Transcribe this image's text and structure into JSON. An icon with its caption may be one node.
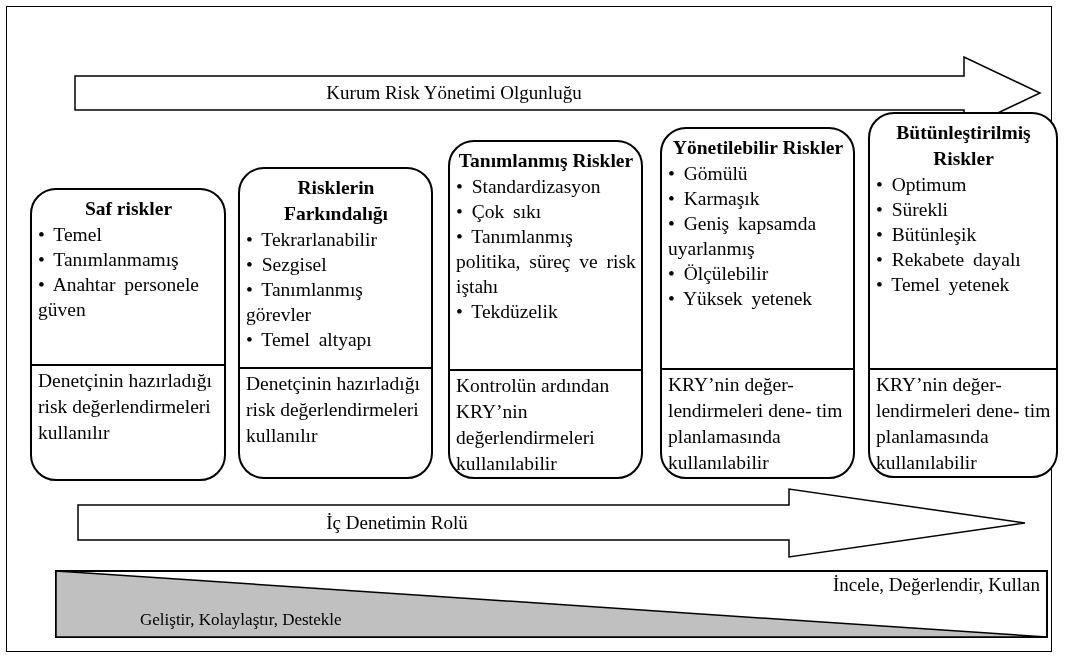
{
  "diagram": {
    "nodes": [
      {
        "text": [
          "Kurum Risk Yönetimi Olgunluğu"
        ]
      },
      {
        "text": [
          "Saf riskler",
          "• Temel",
          "• Tanımlanmamış",
          "• Anahtar personele güven",
          "Denetçinin hazırladığı risk değerlendirmeleri kullanılır"
        ]
      },
      {
        "text": [
          "Risklerin Farkındalığı",
          "• Tekrarlanabilir",
          "• Sezgisel",
          "• Tanımlanmış görevler",
          "• Temel altyapı",
          "Denetçinin hazırladığı risk değerlendirmeleri kullanılır"
        ]
      },
      {
        "text": [
          "Tanımlanmış Riskler",
          "• Standardizasyon",
          "• Çok sıkı",
          "• Tanımlanmış politika, süreç ve risk iştahı",
          "• Tekdüzelik",
          "Kontrolün ardından KRY’nin değerlendirmeleri kullanılabilir"
        ]
      },
      {
        "text": [
          "Yönetilebilir Riskler",
          "• Gömülü",
          "• Karmaşık",
          "• Geniş kapsamda uyarlanmış",
          "• Ölçülebilir",
          "• Yüksek yetenek",
          "KRY’nin değer- lendirmeleri dene- tim planlamasında kullanılabilir"
        ]
      },
      {
        "text": [
          "Bütünleştirilmiş Riskler",
          "• Optimum",
          "• Sürekli",
          "• Bütünleşik",
          "• Rekabete dayalı",
          "• Temel yetenek",
          "KRY’nin değer- lendirmeleri dene- tim planlamasında kullanılabilir"
        ]
      },
      {
        "text": [
          "İç Denetimin Rolü"
        ]
      }
    ],
    "edges": [],
    "labels": [
      "İncele, Değerlendir, Kullan",
      "Geliştir, Kolaylaştır, Destekle"
    ]
  }
}
